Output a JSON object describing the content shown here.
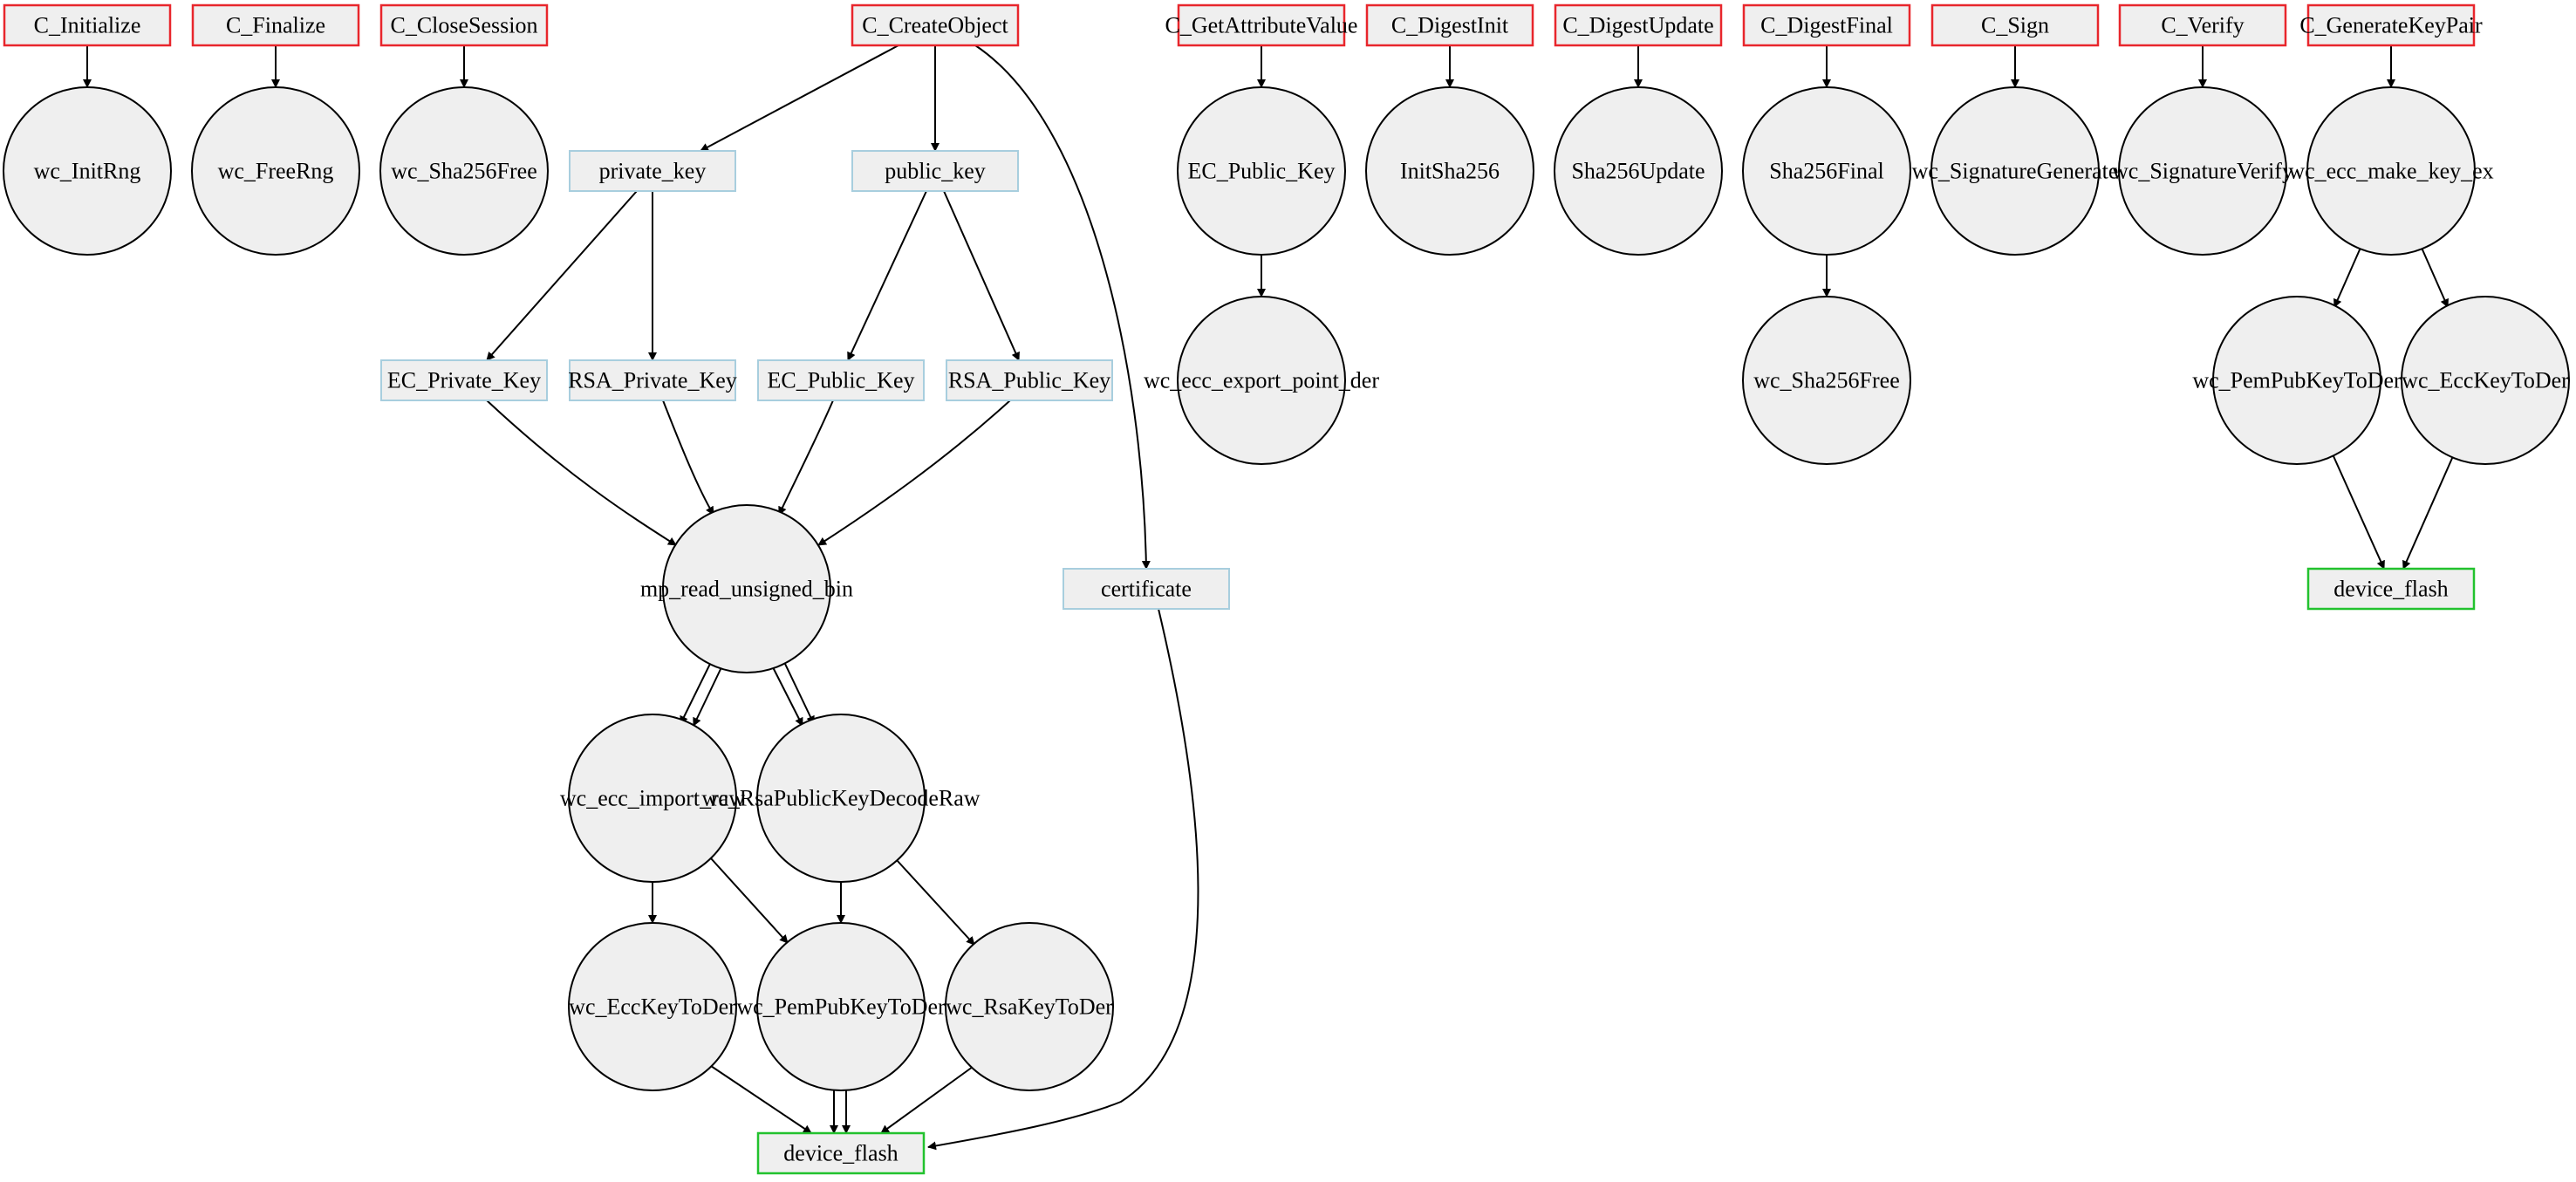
{
  "colors": {
    "api_border": "#e8262c",
    "object_border": "#a8cede",
    "storage_border": "#22c22e",
    "node_fill": "#efefef",
    "edge": "#000000"
  },
  "nodes": [
    {
      "id": "n_init",
      "label": "C_Initialize",
      "shape": "api-box"
    },
    {
      "id": "n_fin",
      "label": "C_Finalize",
      "shape": "api-box"
    },
    {
      "id": "n_close",
      "label": "C_CloseSession",
      "shape": "api-box"
    },
    {
      "id": "n_create",
      "label": "C_CreateObject",
      "shape": "api-box"
    },
    {
      "id": "n_getattr",
      "label": "C_GetAttributeValue",
      "shape": "api-box"
    },
    {
      "id": "n_dinit",
      "label": "C_DigestInit",
      "shape": "api-box"
    },
    {
      "id": "n_dupd",
      "label": "C_DigestUpdate",
      "shape": "api-box"
    },
    {
      "id": "n_dfin",
      "label": "C_DigestFinal",
      "shape": "api-box"
    },
    {
      "id": "n_sign",
      "label": "C_Sign",
      "shape": "api-box"
    },
    {
      "id": "n_verify",
      "label": "C_Verify",
      "shape": "api-box"
    },
    {
      "id": "n_genkp",
      "label": "C_GenerateKeyPair",
      "shape": "api-box"
    },
    {
      "id": "n_initrng",
      "label": "wc_InitRng",
      "shape": "function-circle"
    },
    {
      "id": "n_freerng",
      "label": "wc_FreeRng",
      "shape": "function-circle"
    },
    {
      "id": "n_shafree1",
      "label": "wc_Sha256Free",
      "shape": "function-circle"
    },
    {
      "id": "n_privkey",
      "label": "private_key",
      "shape": "object-box"
    },
    {
      "id": "n_pubkey",
      "label": "public_key",
      "shape": "object-box"
    },
    {
      "id": "n_ecpriv",
      "label": "EC_Private_Key",
      "shape": "object-box"
    },
    {
      "id": "n_rsapriv",
      "label": "RSA_Private_Key",
      "shape": "object-box"
    },
    {
      "id": "n_ecpub1",
      "label": "EC_Public_Key",
      "shape": "object-box"
    },
    {
      "id": "n_rsapub",
      "label": "RSA_Public_Key",
      "shape": "object-box"
    },
    {
      "id": "n_mpread",
      "label": "mp_read_unsigned_bin",
      "shape": "function-circle"
    },
    {
      "id": "n_cert",
      "label": "certificate",
      "shape": "object-box"
    },
    {
      "id": "n_eccimp",
      "label": "wc_ecc_import_raw",
      "shape": "function-circle"
    },
    {
      "id": "n_rsadec",
      "label": "wc_RsaPublicKeyDecodeRaw",
      "shape": "function-circle"
    },
    {
      "id": "n_ecctoder1",
      "label": "wc_EccKeyToDer",
      "shape": "function-circle"
    },
    {
      "id": "n_pemtoder1",
      "label": "wc_PemPubKeyToDer",
      "shape": "function-circle"
    },
    {
      "id": "n_rsatoder",
      "label": "wc_RsaKeyToDer",
      "shape": "function-circle"
    },
    {
      "id": "n_flash1",
      "label": "device_flash",
      "shape": "storage-box"
    },
    {
      "id": "n_ecpub2",
      "label": "EC_Public_Key",
      "shape": "function-circle"
    },
    {
      "id": "n_eccexp",
      "label": "wc_ecc_export_point_der",
      "shape": "function-circle"
    },
    {
      "id": "n_initsha",
      "label": "InitSha256",
      "shape": "function-circle"
    },
    {
      "id": "n_shaupd",
      "label": "Sha256Update",
      "shape": "function-circle"
    },
    {
      "id": "n_shafinal",
      "label": "Sha256Final",
      "shape": "function-circle"
    },
    {
      "id": "n_shafree2",
      "label": "wc_Sha256Free",
      "shape": "function-circle"
    },
    {
      "id": "n_siggen",
      "label": "wc_SignatureGenerate",
      "shape": "function-circle"
    },
    {
      "id": "n_sigver",
      "label": "wc_SignatureVerify",
      "shape": "function-circle"
    },
    {
      "id": "n_makekey",
      "label": "wc_ecc_make_key_ex",
      "shape": "function-circle"
    },
    {
      "id": "n_pemtoder2",
      "label": "wc_PemPubKeyToDer",
      "shape": "function-circle"
    },
    {
      "id": "n_ecctoder2",
      "label": "wc_EccKeyToDer",
      "shape": "function-circle"
    },
    {
      "id": "n_flash2",
      "label": "device_flash",
      "shape": "storage-box"
    }
  ],
  "edges": [
    {
      "from": "n_init",
      "to": "n_initrng"
    },
    {
      "from": "n_fin",
      "to": "n_freerng"
    },
    {
      "from": "n_close",
      "to": "n_shafree1"
    },
    {
      "from": "n_create",
      "to": "n_privkey"
    },
    {
      "from": "n_create",
      "to": "n_pubkey"
    },
    {
      "from": "n_create",
      "to": "n_cert"
    },
    {
      "from": "n_privkey",
      "to": "n_ecpriv"
    },
    {
      "from": "n_privkey",
      "to": "n_rsapriv"
    },
    {
      "from": "n_pubkey",
      "to": "n_ecpub1"
    },
    {
      "from": "n_pubkey",
      "to": "n_rsapub"
    },
    {
      "from": "n_ecpriv",
      "to": "n_mpread"
    },
    {
      "from": "n_rsapriv",
      "to": "n_mpread"
    },
    {
      "from": "n_ecpub1",
      "to": "n_mpread"
    },
    {
      "from": "n_rsapub",
      "to": "n_mpread"
    },
    {
      "from": "n_mpread",
      "to": "n_eccimp"
    },
    {
      "from": "n_mpread",
      "to": "n_eccimp"
    },
    {
      "from": "n_mpread",
      "to": "n_rsadec"
    },
    {
      "from": "n_mpread",
      "to": "n_rsadec"
    },
    {
      "from": "n_eccimp",
      "to": "n_ecctoder1"
    },
    {
      "from": "n_eccimp",
      "to": "n_pemtoder1"
    },
    {
      "from": "n_rsadec",
      "to": "n_pemtoder1"
    },
    {
      "from": "n_rsadec",
      "to": "n_rsatoder"
    },
    {
      "from": "n_ecctoder1",
      "to": "n_flash1"
    },
    {
      "from": "n_pemtoder1",
      "to": "n_flash1"
    },
    {
      "from": "n_pemtoder1",
      "to": "n_flash1"
    },
    {
      "from": "n_rsatoder",
      "to": "n_flash1"
    },
    {
      "from": "n_cert",
      "to": "n_flash1"
    },
    {
      "from": "n_getattr",
      "to": "n_ecpub2"
    },
    {
      "from": "n_ecpub2",
      "to": "n_eccexp"
    },
    {
      "from": "n_dinit",
      "to": "n_initsha"
    },
    {
      "from": "n_dupd",
      "to": "n_shaupd"
    },
    {
      "from": "n_dfin",
      "to": "n_shafinal"
    },
    {
      "from": "n_shafinal",
      "to": "n_shafree2"
    },
    {
      "from": "n_sign",
      "to": "n_siggen"
    },
    {
      "from": "n_verify",
      "to": "n_sigver"
    },
    {
      "from": "n_genkp",
      "to": "n_makekey"
    },
    {
      "from": "n_makekey",
      "to": "n_pemtoder2"
    },
    {
      "from": "n_makekey",
      "to": "n_ecctoder2"
    },
    {
      "from": "n_pemtoder2",
      "to": "n_flash2"
    },
    {
      "from": "n_ecctoder2",
      "to": "n_flash2"
    }
  ]
}
